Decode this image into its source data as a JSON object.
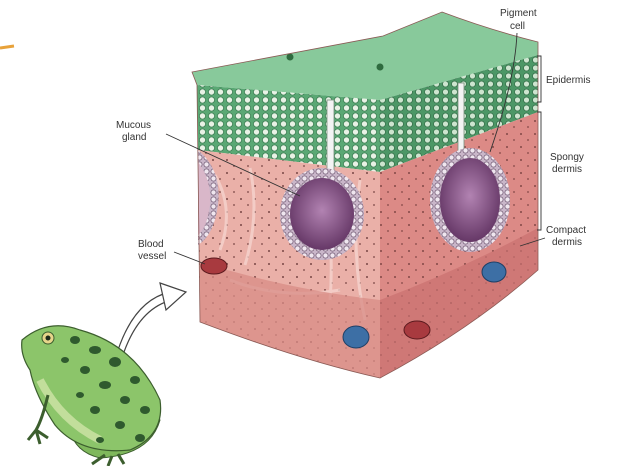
{
  "labels": {
    "pigment_cell": [
      "Pigment",
      "cell"
    ],
    "epidermis": "Epidermis",
    "mucous_gland": [
      "Mucous",
      "gland"
    ],
    "spongy_dermis": [
      "Spongy",
      "dermis"
    ],
    "compact_dermis": [
      "Compact",
      "dermis"
    ],
    "blood_vessel": [
      "Blood",
      "vessel"
    ]
  },
  "colors": {
    "epidermis": "#63b57c",
    "epidermis_top": "#88c99b",
    "dermis_front": "#e9a9a3",
    "dermis_side": "#d8837f",
    "gland_lumen": "#6b3c6a",
    "blood_vessel_red": "#a83a3f",
    "blood_vessel_blue": "#3d6fa5",
    "frog_green": "#8cc56a",
    "frog_spots": "#2f5a2e",
    "accent_orange": "#e8a23a"
  }
}
